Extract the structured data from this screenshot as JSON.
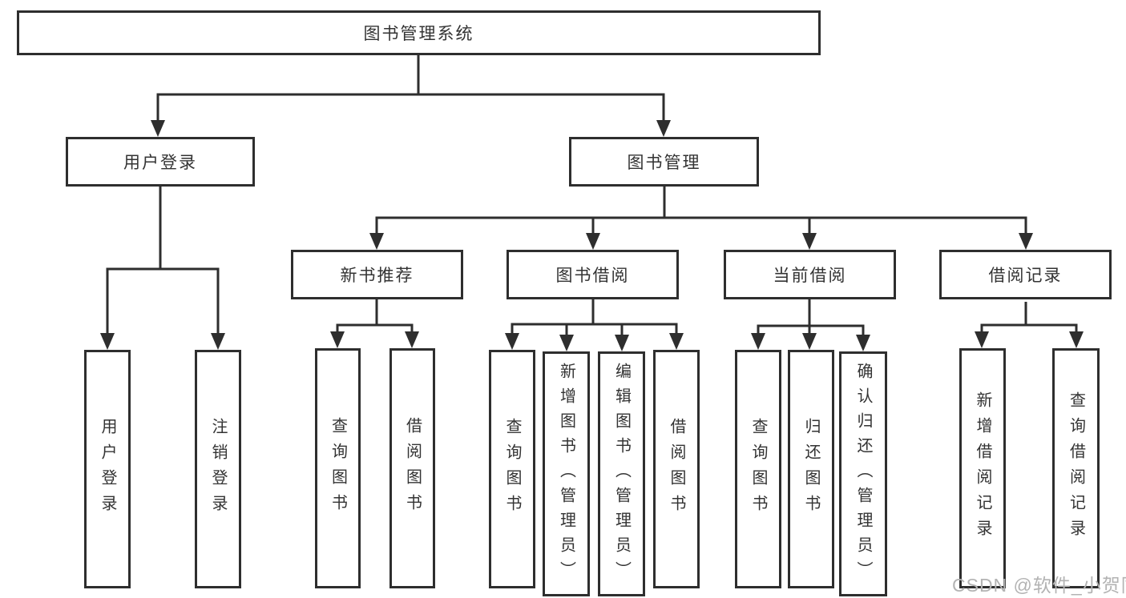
{
  "tree": {
    "root": "图书管理系统",
    "branches": [
      {
        "label": "用户登录",
        "children": [
          {
            "label": "用户登录"
          },
          {
            "label": "注销登录"
          }
        ]
      },
      {
        "label": "图书管理",
        "groups": [
          {
            "label": "新书推荐",
            "children": [
              {
                "label": "查询图书"
              },
              {
                "label": "借阅图书"
              }
            ]
          },
          {
            "label": "图书借阅",
            "children": [
              {
                "label": "查询图书"
              },
              {
                "label": "新增图书（管理员）"
              },
              {
                "label": "编辑图书（管理员）"
              },
              {
                "label": "借阅图书"
              }
            ]
          },
          {
            "label": "当前借阅",
            "children": [
              {
                "label": "查询图书"
              },
              {
                "label": "归还图书"
              },
              {
                "label": "确认归还（管理员）"
              }
            ]
          },
          {
            "label": "借阅记录",
            "children": [
              {
                "label": "新增借阅记录"
              },
              {
                "label": "查询借阅记录"
              }
            ]
          }
        ]
      }
    ]
  },
  "watermark": "CSDN @软件_小贺同学",
  "colors": {
    "line": "#2e2e2e",
    "text": "#333333",
    "watermark": "#b3b3b3",
    "background": "#ffffff"
  }
}
